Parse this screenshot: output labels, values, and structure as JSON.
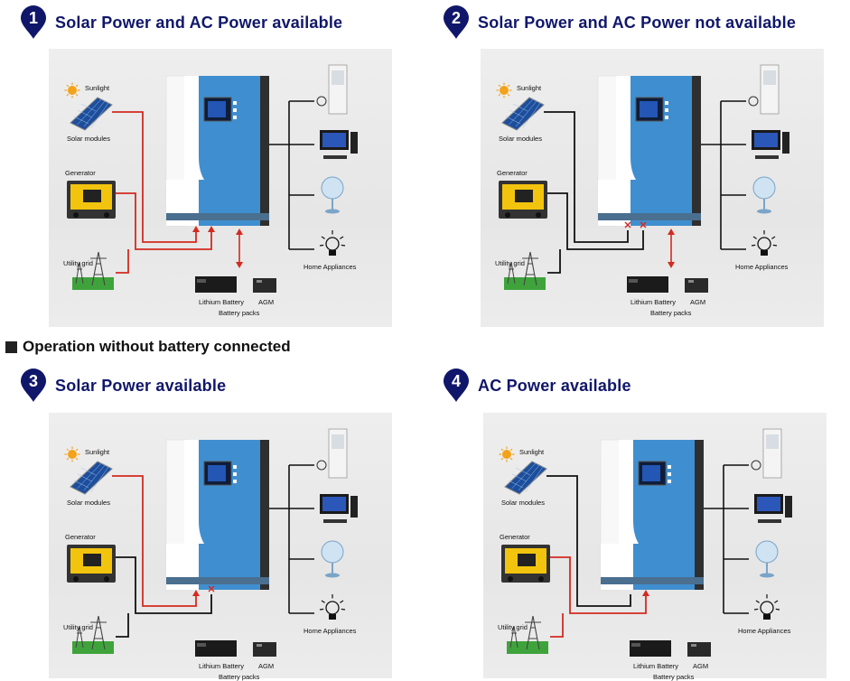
{
  "section_title": "Operation without battery connected",
  "colors": {
    "heading_text": "#10176a",
    "pin_fill": "#10176a",
    "active_line": "#d42a20",
    "inactive_line": "#111111",
    "inverter_blue": "#3f8fd0"
  },
  "labels": {
    "sunlight": "Sunlight",
    "solar_modules": "Solar modules",
    "generator": "Generator",
    "utility_grid": "Utility grid",
    "lithium_battery": "Lithium Battery",
    "agm": "AGM",
    "battery_packs": "Battery packs",
    "home_appliances": "Home Appliances"
  },
  "scenarios": [
    {
      "number": "1",
      "title": "Solar Power and AC Power available",
      "solar_line": "red",
      "grid_line": "red",
      "battery": true,
      "x_marks": false
    },
    {
      "number": "2",
      "title": "Solar Power and AC Power not available",
      "solar_line": "black",
      "grid_line": "black",
      "battery": true,
      "x_marks": true
    },
    {
      "number": "3",
      "title": "Solar Power available",
      "solar_line": "red",
      "grid_line": "black",
      "battery": false,
      "x_marks": true
    },
    {
      "number": "4",
      "title": "AC Power available",
      "solar_line": "black",
      "grid_line": "red",
      "battery": false,
      "x_marks": false
    }
  ]
}
